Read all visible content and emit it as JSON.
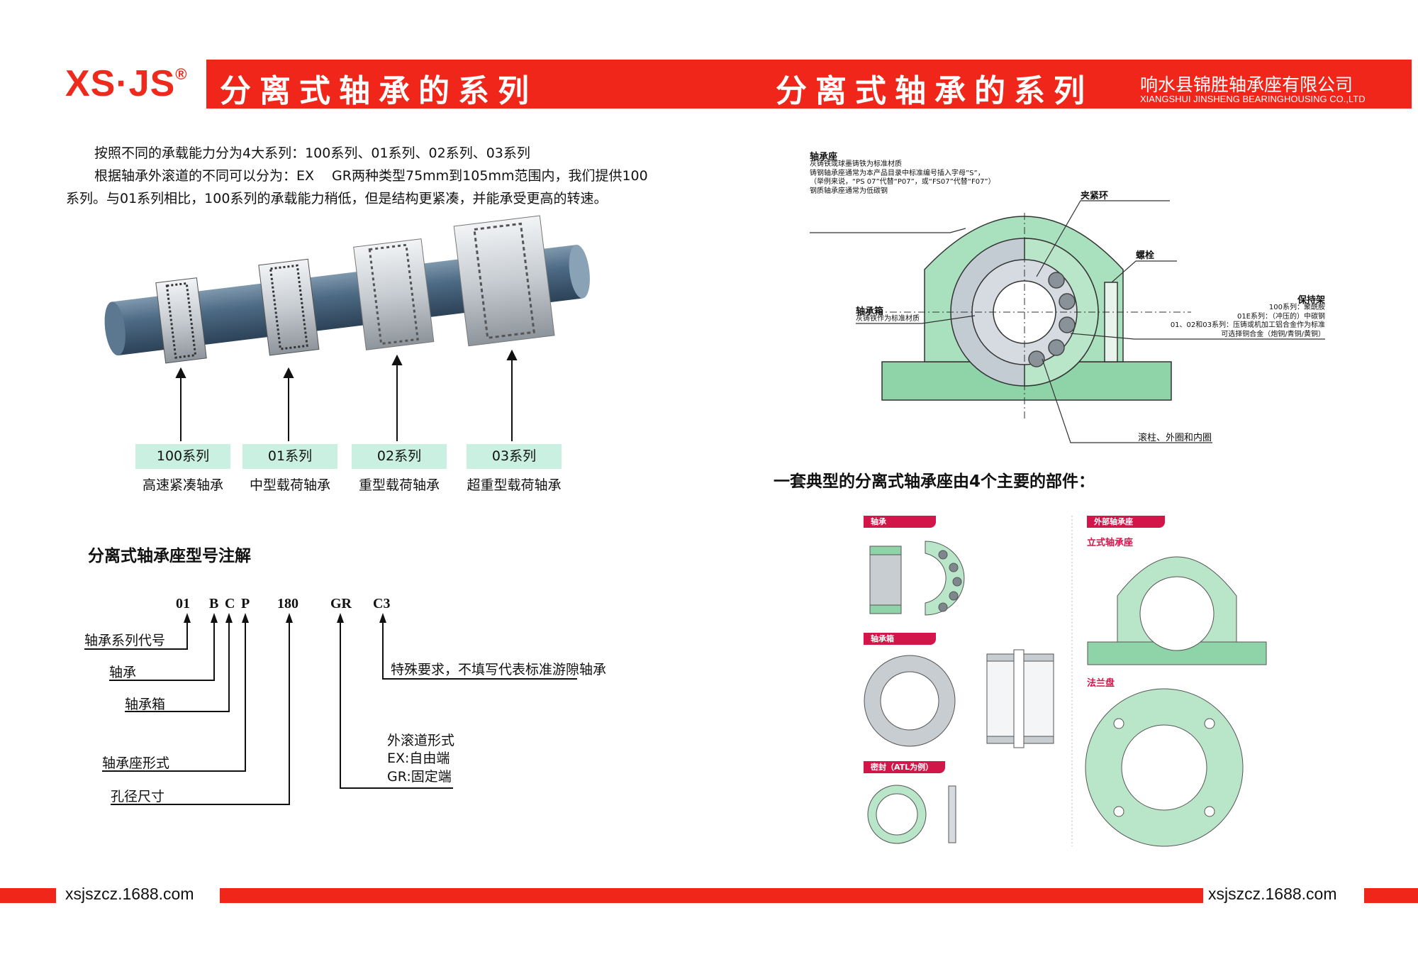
{
  "header": {
    "logo": "XS·JS",
    "logo_mark": "®",
    "title_left": "分离式轴承的系列",
    "title_right": "分离式轴承的系列",
    "company_cn": "响水县锦胜轴承座有限公司",
    "company_en": "XIANGSHUI JINSHENG BEARINGHOUSING CO.,LTD"
  },
  "intro": [
    "按照不同的承载能力分为4大系列：100系列、01系列、02系列、03系列",
    "根据轴承外滚道的不同可以分为：EX　 GR两种类型75mm到105mm范围内，我们提供100",
    "系列。与01系列相比，100系列的承载能力稍低，但是结构更紧凑，并能承受更高的转速。"
  ],
  "series": [
    {
      "name": "100系列",
      "desc": "高速紧凑轴承"
    },
    {
      "name": "01系列",
      "desc": "中型载荷轴承"
    },
    {
      "name": "02系列",
      "desc": "重型载荷轴承"
    },
    {
      "name": "03系列",
      "desc": "超重型载荷轴承"
    }
  ],
  "model": {
    "title": "分离式轴承座型号注解",
    "codes": [
      "01",
      "B",
      "C",
      "P",
      "180",
      "GR",
      "C3"
    ],
    "labels": [
      "轴承系列代号",
      "轴承",
      "轴承箱",
      "轴承座形式",
      "孔径尺寸"
    ],
    "c3_label": "特殊要求，不填写代表标准游隙轴承",
    "gr_label": [
      "外滚道形式",
      "EX:自由端",
      "GR:固定端"
    ]
  },
  "diagram": {
    "housing_title": "轴承座",
    "housing_notes": [
      "灰铸铁或球墨铸铁为标准材质",
      "铸钢轴承座通常为本产品目录中标准编号插入字母”S”，",
      "（举例来说，“PS 07”代替“P07”，或“FS07”代替“F07”）",
      "钢质轴承座通常为低碳钢"
    ],
    "clamp": "夹紧环",
    "bolt": "螺栓",
    "box_title": "轴承箱",
    "box_note": "灰铸铁作为标准材质",
    "cage_title": "保持架",
    "cage_notes": [
      "100系列：聚酰胺",
      "01E系列：（冲压的）中碳钢",
      "01、02和03系列：压铸或机加工铝合金作为标准",
      "可选择铜合金（炮铜/青铜/黄铜）"
    ],
    "rollers": "滚柱、外圈和内圈"
  },
  "components": {
    "title": "一套典型的分离式轴承座由4个主要的部件：",
    "tag_bearing": "轴承",
    "tag_box": "轴承箱",
    "tag_seal": "密封（ATL为例）",
    "tag_outer": "外部轴承座",
    "pillow": "立式轴承座",
    "flange": "法兰盘"
  },
  "footer": {
    "url_left": "xsjszcz.1688.com",
    "url_right": "xsjszcz.1688.com"
  }
}
